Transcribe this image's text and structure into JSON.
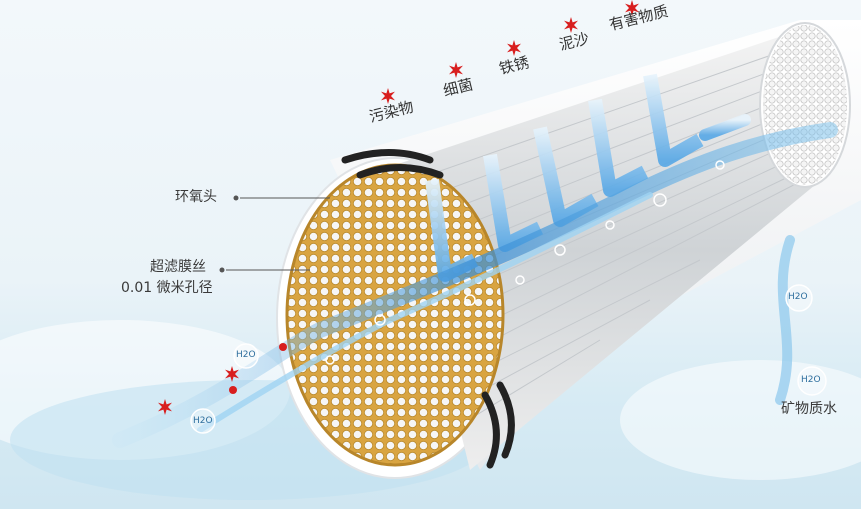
{
  "contaminants": [
    "污染物",
    "细菌",
    "铁锈",
    "泥沙",
    "有害物质"
  ],
  "callouts": {
    "epoxy_head": "环氧头",
    "membrane_fiber": "超滤膜丝",
    "pore_size": "0.01 微米孔径"
  },
  "output_label": "矿物质水",
  "molecule_label": "H2O",
  "colors": {
    "contaminant_marker": "#d81e1e",
    "epoxy": "#d9a441",
    "water": "#3a8fd6",
    "housing": "#ffffff"
  }
}
